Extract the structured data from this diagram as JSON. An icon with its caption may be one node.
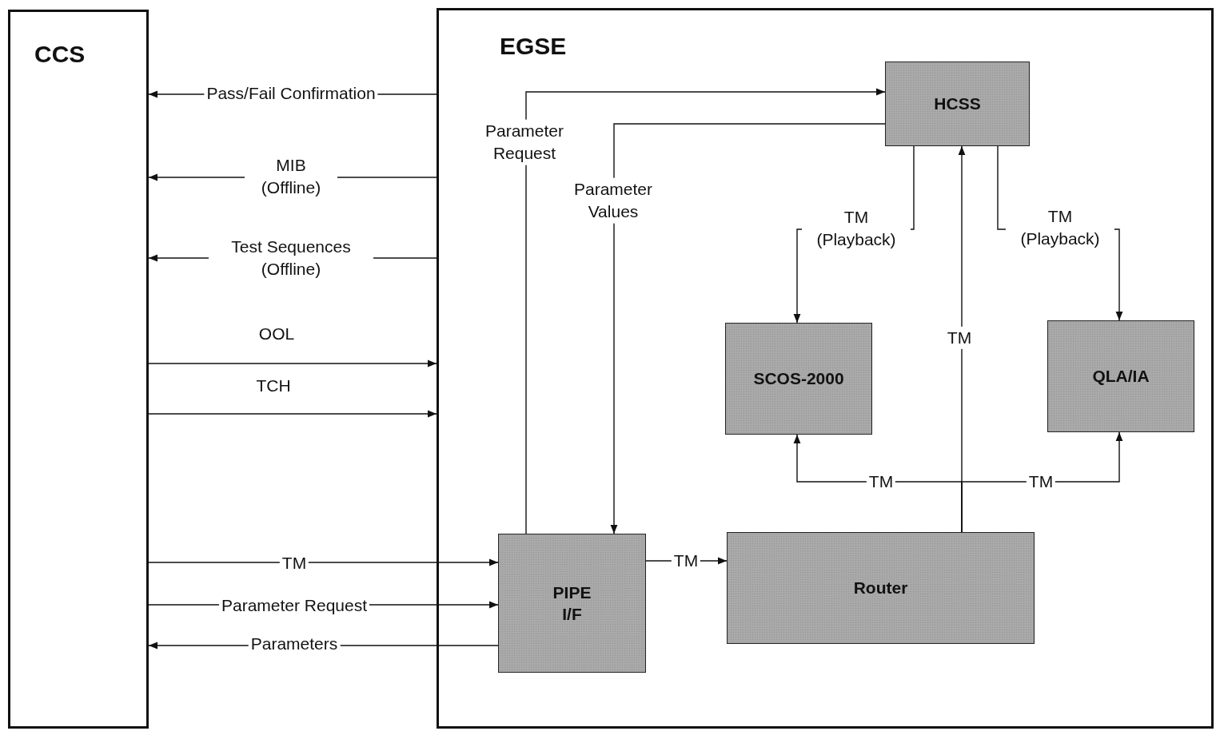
{
  "diagram": {
    "nodes": [
      {
        "text": [
          "CCS"
        ]
      },
      {
        "text": [
          "EGSE"
        ]
      },
      {
        "text": [
          "HCSS"
        ],
        "in": 1
      },
      {
        "text": [
          "SCOS-2000"
        ],
        "in": 1
      },
      {
        "text": [
          "QLA/IA"
        ],
        "in": 1
      },
      {
        "text": [
          "PIPE I/F"
        ],
        "in": 1
      },
      {
        "text": [
          "Router"
        ],
        "in": 1
      }
    ],
    "edges": [
      {
        "from": 1,
        "to": 0,
        "arrow": "to",
        "label": "Pass/Fail Confirmation"
      },
      {
        "from": 1,
        "to": 0,
        "arrow": "to",
        "label": "MIB (Offline)"
      },
      {
        "from": 1,
        "to": 0,
        "arrow": "to",
        "label": "Test Sequences (Offline)"
      },
      {
        "from": 0,
        "to": 1,
        "arrow": "to",
        "label": "OOL"
      },
      {
        "from": 0,
        "to": 1,
        "arrow": "to",
        "label": "TCH"
      },
      {
        "from": 0,
        "to": 5,
        "arrow": "to",
        "label": "TM"
      },
      {
        "from": 0,
        "to": 5,
        "arrow": "to",
        "label": "Parameter Request"
      },
      {
        "from": 5,
        "to": 0,
        "arrow": "to",
        "label": "Parameters"
      },
      {
        "from": 5,
        "to": 2,
        "arrow": "to",
        "label": "Parameter Request"
      },
      {
        "from": 2,
        "to": 5,
        "arrow": "to",
        "label": "Parameter Values"
      },
      {
        "from": 2,
        "to": 3,
        "arrow": "to",
        "label": "TM (Playback)"
      },
      {
        "from": 2,
        "to": 4,
        "arrow": "to",
        "label": "TM (Playback)"
      },
      {
        "from": 6,
        "to": 2,
        "arrow": "to",
        "label": "TM"
      },
      {
        "from": 5,
        "to": 6,
        "arrow": "to",
        "label": "TM"
      },
      {
        "from": 6,
        "to": 3,
        "arrow": "to",
        "label": "TM"
      },
      {
        "from": 6,
        "to": 4,
        "arrow": "to",
        "label": "TM"
      }
    ]
  }
}
